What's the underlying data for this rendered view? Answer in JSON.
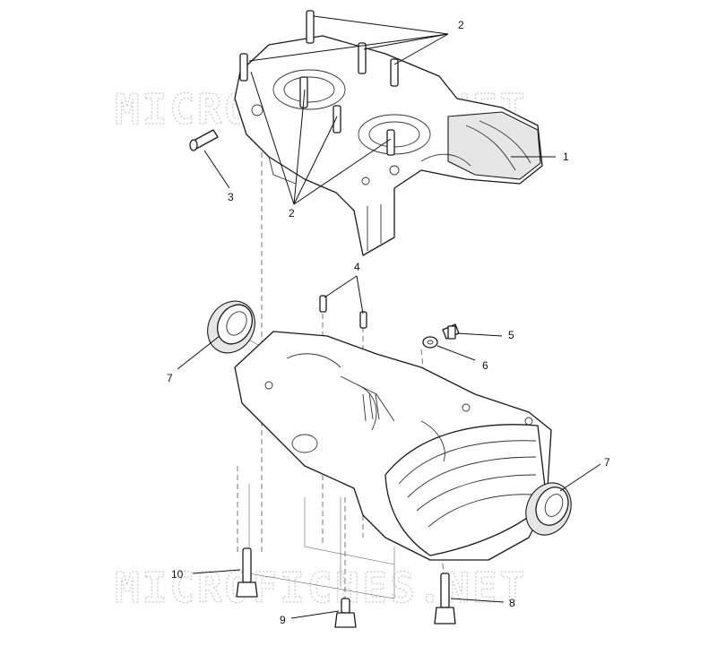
{
  "watermark": "MICROFICHES.NET",
  "callouts": {
    "stud_top": "2",
    "stud_mid": "2",
    "crankcase_upper": "1",
    "screw": "3",
    "dowel_pin": "4",
    "oil_seal_left": "7",
    "oil_seal_right": "7",
    "bolt_5": "5",
    "washer_6": "6",
    "bolt_10": "10",
    "bolt_9": "9",
    "bolt_8": "8"
  },
  "colors": {
    "line": "#1a1a1a",
    "watermark": "#c8c8c8",
    "background": "#ffffff"
  }
}
